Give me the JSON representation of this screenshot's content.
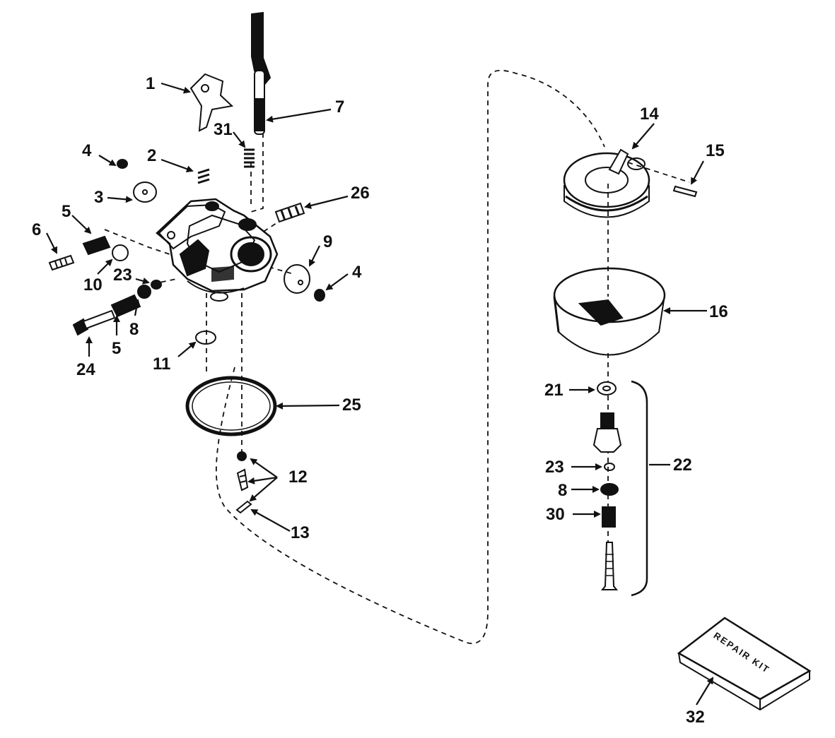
{
  "labels": {
    "l1": "1",
    "l2": "2",
    "l3": "3",
    "l4a": "4",
    "l4b": "4",
    "l5a": "5",
    "l5b": "5",
    "l6": "6",
    "l7": "7",
    "l8a": "8",
    "l8b": "8",
    "l9": "9",
    "l10": "10",
    "l11": "11",
    "l12": "12",
    "l13": "13",
    "l14": "14",
    "l15": "15",
    "l16": "16",
    "l21": "21",
    "l22": "22",
    "l23a": "23",
    "l23b": "23",
    "l24": "24",
    "l25": "25",
    "l26": "26",
    "l30": "30",
    "l31": "31",
    "l32": "32"
  },
  "repair_kit_text": "REPAIR KIT",
  "colors": {
    "ink": "#111111",
    "background": "#ffffff"
  }
}
